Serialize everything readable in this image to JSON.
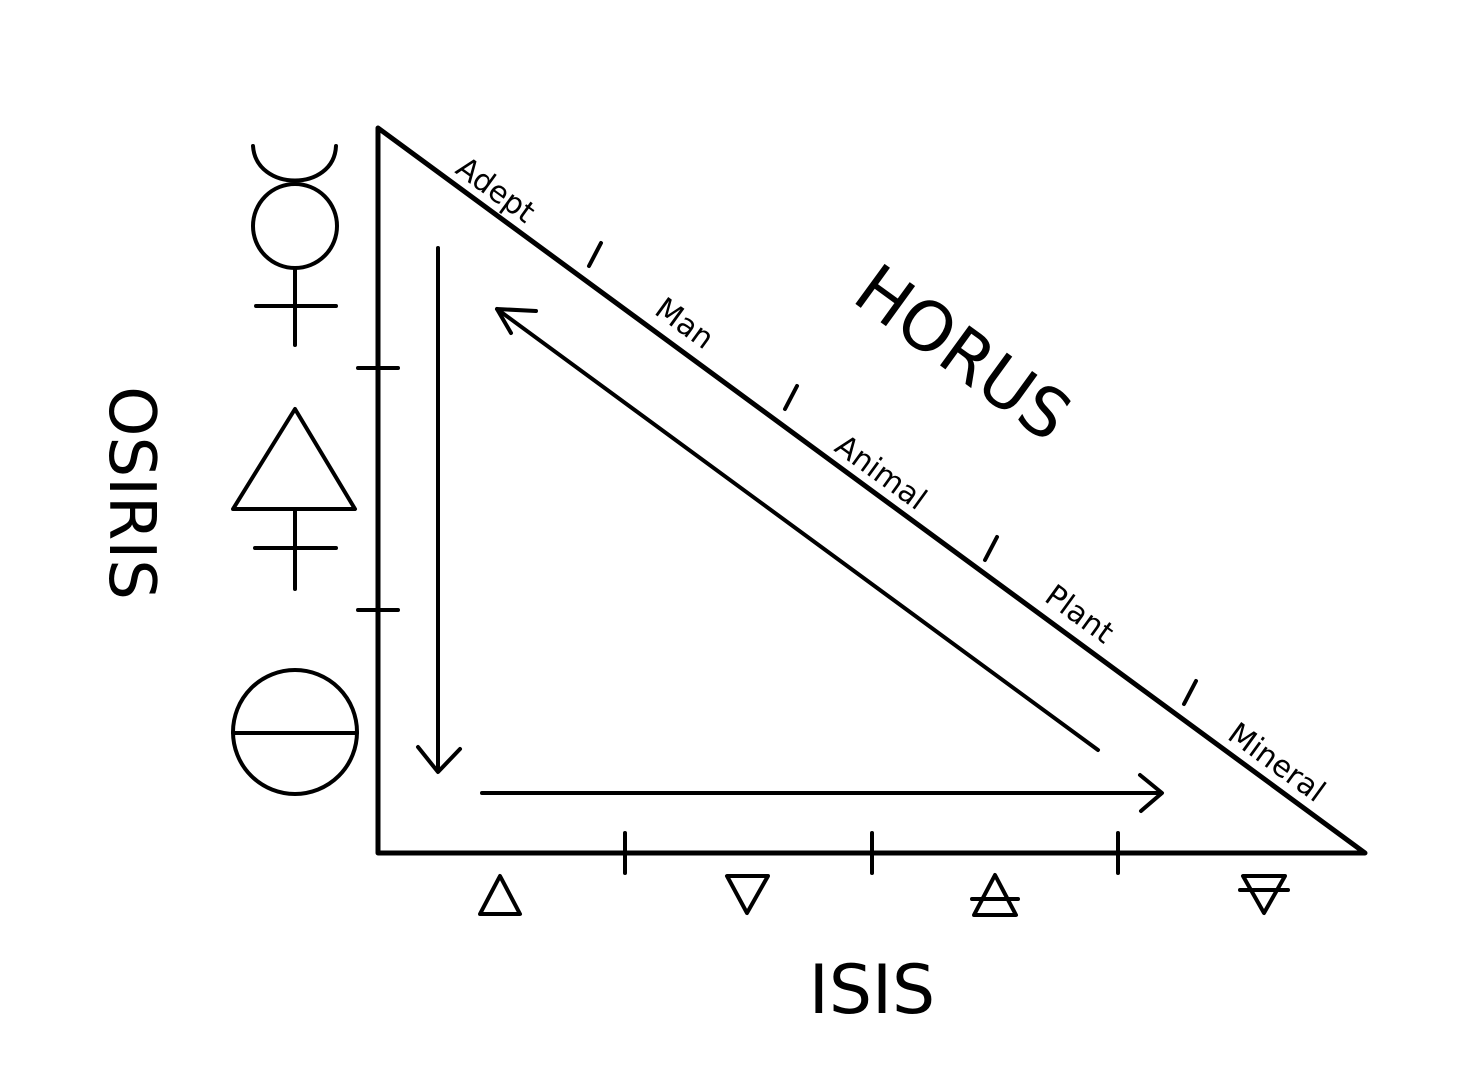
{
  "labels": {
    "hypotenuse": "HORUS",
    "vertical_side": "OSIRIS",
    "horizontal_side": "ISIS"
  },
  "hypotenuse_segments": [
    "Adept",
    "Man",
    "Animal",
    "Plant",
    "Mineral"
  ],
  "vertical_symbols": [
    "mercury-symbol",
    "sulfur-symbol",
    "salt-symbol"
  ],
  "horizontal_symbols": [
    "fire-symbol",
    "water-symbol",
    "air-symbol",
    "earth-symbol"
  ],
  "arrows": [
    "down-arrow",
    "right-arrow",
    "diagonal-arrow"
  ]
}
